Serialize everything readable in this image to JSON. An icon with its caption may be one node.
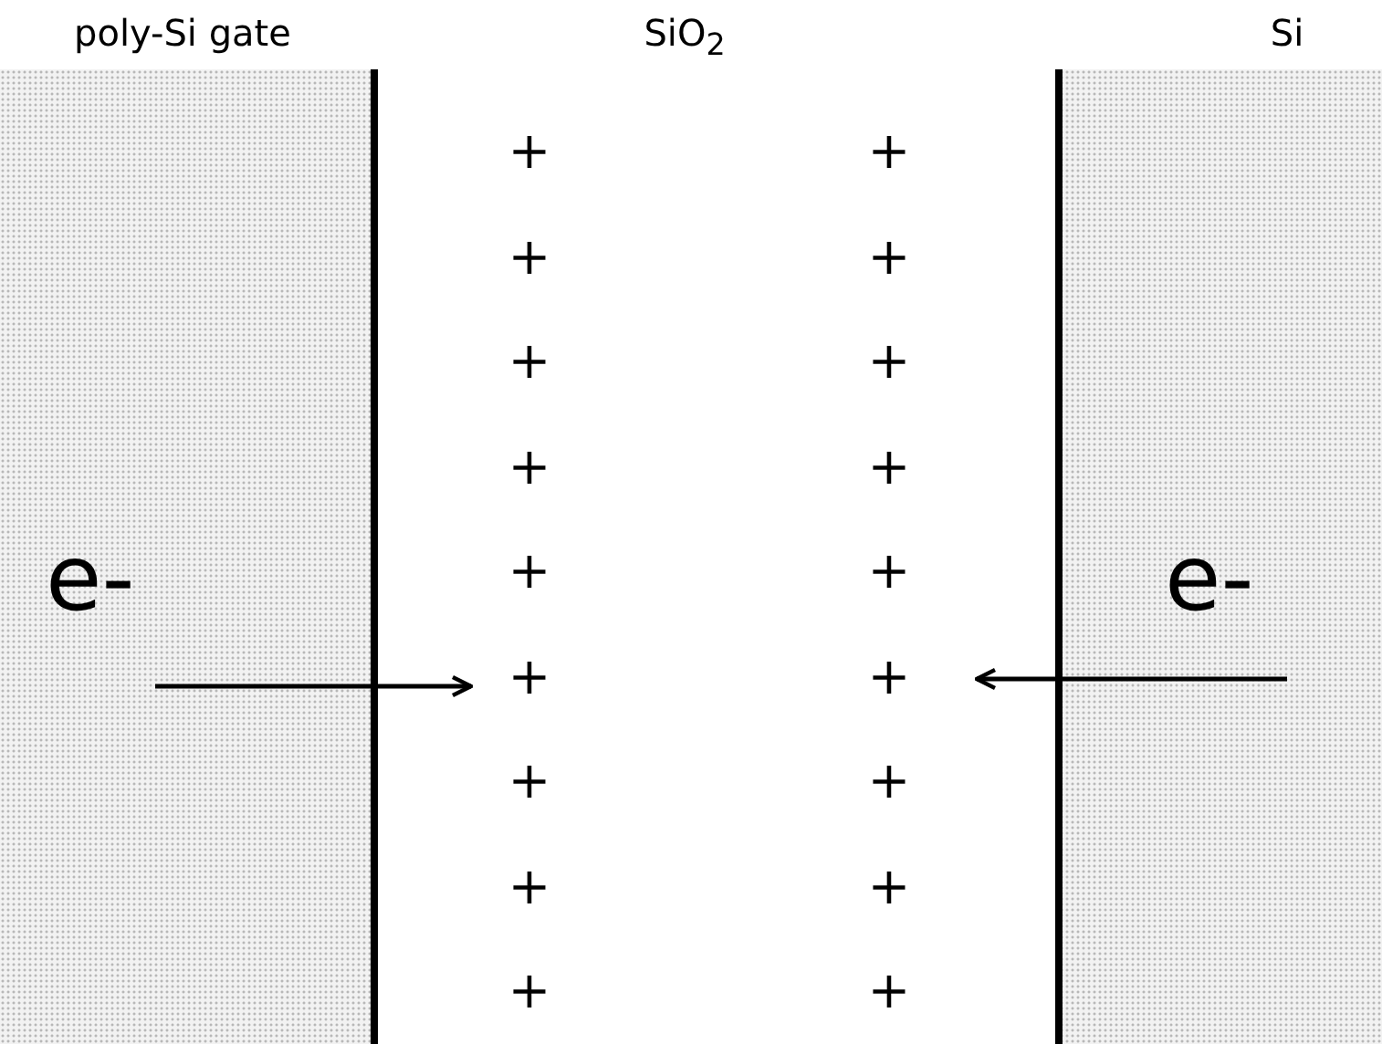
{
  "diagram": {
    "nodes": [
      {
        "text": [
          "poly-Si gate",
          "e-"
        ]
      },
      {
        "text": [
          "SiO$_{2}$"
        ]
      },
      {
        "text": [
          "Si",
          "e-"
        ]
      }
    ],
    "labels": [
      "+",
      "+",
      "+",
      "+",
      "+",
      "+",
      "+",
      "+",
      "+",
      "+",
      "+",
      "+",
      "+",
      "+",
      "+",
      "+",
      "+",
      "+"
    ]
  }
}
